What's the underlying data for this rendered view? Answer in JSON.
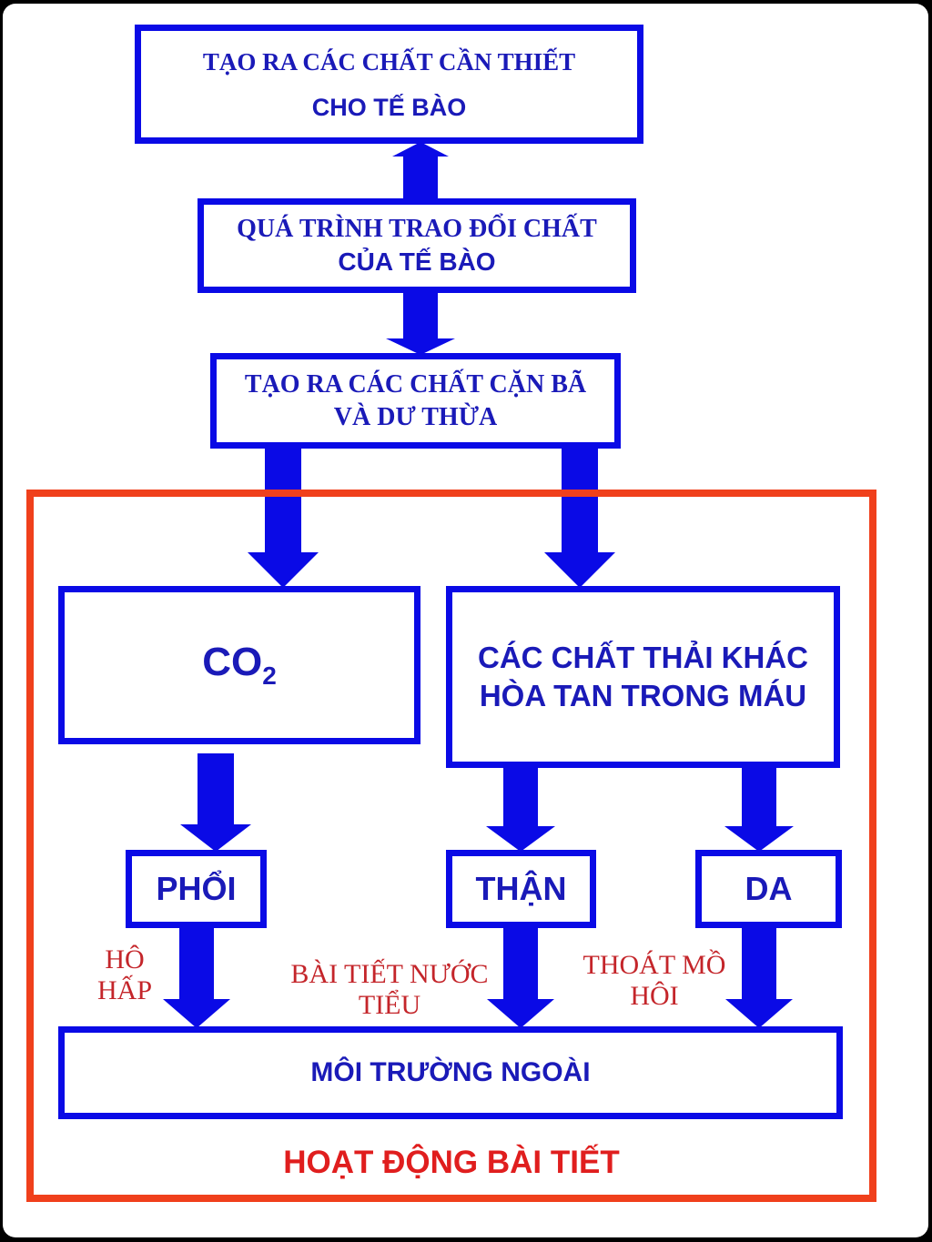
{
  "boxes": {
    "top": {
      "line1": "TẠO RA CÁC CHẤT CẦN THIẾT",
      "line2": "CHO  TẾ  BÀO"
    },
    "metabolism": {
      "line1": "QUÁ TRÌNH TRAO ĐỔI CHẤT",
      "line2": "CỦA  TẾ BÀO"
    },
    "waste": {
      "line1": "TẠO RA CÁC CHẤT CẶN BÃ",
      "line2": "VÀ DƯ THỪA"
    },
    "co2": {
      "main": "CO",
      "sub": "2"
    },
    "other_waste": {
      "line1": "CÁC CHẤT THẢI KHÁC",
      "line2": "HÒA TAN TRONG MÁU"
    },
    "lungs": "PHỔI",
    "kidney": "THẬN",
    "skin": "DA",
    "environment": "MÔI TRƯỜNG NGOÀI"
  },
  "labels": {
    "breathing": {
      "line1": "HÔ",
      "line2": "HẤP"
    },
    "urine": {
      "line1": "BÀI TIẾT NƯỚC",
      "line2": "TIỂU"
    },
    "sweat": {
      "line1": "THOÁT MỒ",
      "line2": "HÔI"
    }
  },
  "frame_title": "HOẠT ĐỘNG BÀI TIẾT",
  "colors": {
    "box_border": "#0a0ae6",
    "arrow": "#0a0ae6",
    "box_text": "#1a1ab8",
    "frame": "#f0401c",
    "label_red": "#c4252a"
  }
}
